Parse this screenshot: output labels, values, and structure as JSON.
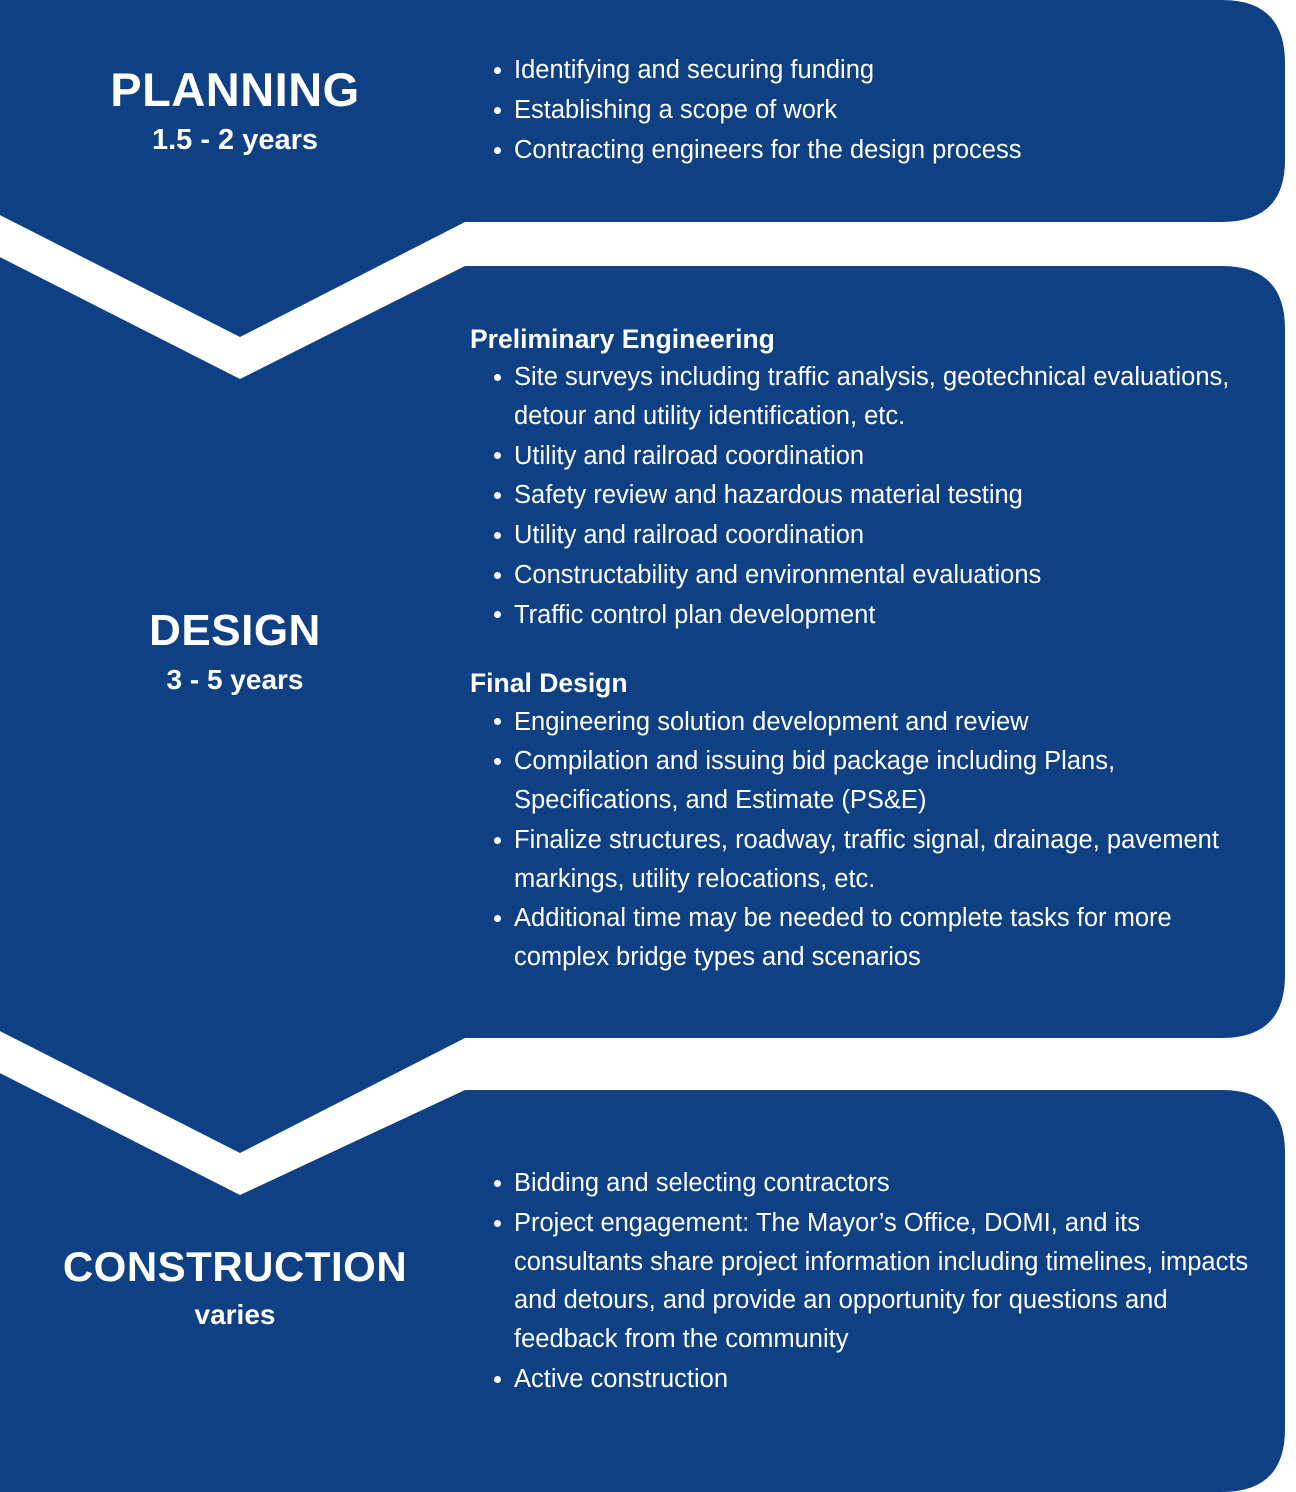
{
  "palette": {
    "brand_blue": "#0e4083",
    "text_white": "#ffffff",
    "background": "#ffffff"
  },
  "stages": [
    {
      "id": "planning",
      "title": "PLANNING",
      "duration": "1.5 - 2 years",
      "groups": [
        {
          "heading": "",
          "bullets": [
            "Identifying and securing funding",
            "Establishing a scope of work",
            "Contracting engineers for the design process"
          ]
        }
      ]
    },
    {
      "id": "design",
      "title": "DESIGN",
      "duration": "3 - 5 years",
      "groups": [
        {
          "heading": "Preliminary Engineering",
          "bullets": [
            "Site surveys including traffic analysis, geotechnical evaluations, detour and utility identification, etc.",
            "Utility and railroad coordination",
            "Safety review and hazardous material testing",
            "Utility and railroad coordination",
            "Constructability and environmental evaluations",
            "Traffic control plan development"
          ]
        },
        {
          "heading": "Final Design",
          "bullets": [
            "Engineering solution development and review",
            "Compilation and issuing bid package including Plans, Specifications, and Estimate (PS&E)",
            "Finalize structures, roadway, traffic signal, drainage, pavement markings, utility relocations, etc.",
            "Additional time may be needed to complete tasks for more complex bridge types and scenarios"
          ]
        }
      ]
    },
    {
      "id": "construction",
      "title": "CONSTRUCTION",
      "duration": "varies",
      "groups": [
        {
          "heading": "",
          "bullets": [
            "Bidding and selecting contractors",
            "Project engagement: The Mayor’s Office, DOMI, and its consultants share project information including timelines, impacts and detours, and provide an opportunity for questions and feedback from the community",
            "Active construction"
          ]
        }
      ]
    }
  ]
}
